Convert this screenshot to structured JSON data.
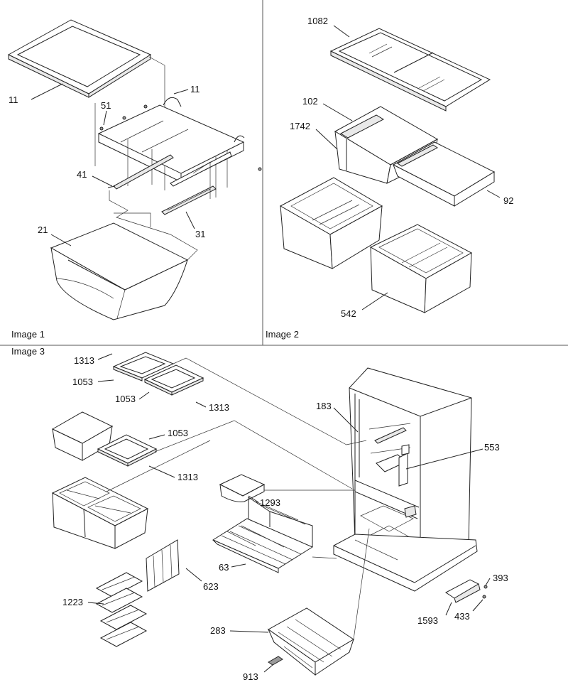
{
  "panels": {
    "image1": "Image 1",
    "image2": "Image 2",
    "image3": "Image 3"
  },
  "callouts": {
    "p1_11a": "11",
    "p1_11b": "11",
    "p1_51": "51",
    "p1_41": "41",
    "p1_21": "21",
    "p1_31": "31",
    "p2_1082": "1082",
    "p2_102": "102",
    "p2_1742": "1742",
    "p2_92": "92",
    "p2_542": "542",
    "p3_1313a": "1313",
    "p3_1053a": "1053",
    "p3_1053b": "1053",
    "p3_1313b": "1313",
    "p3_1053c": "1053",
    "p3_1313c": "1313",
    "p3_183": "183",
    "p3_553": "553",
    "p3_1293": "1293",
    "p3_63": "63",
    "p3_623": "623",
    "p3_1223": "1223",
    "p3_283": "283",
    "p3_913": "913",
    "p3_393": "393",
    "p3_1593": "1593",
    "p3_433": "433"
  }
}
